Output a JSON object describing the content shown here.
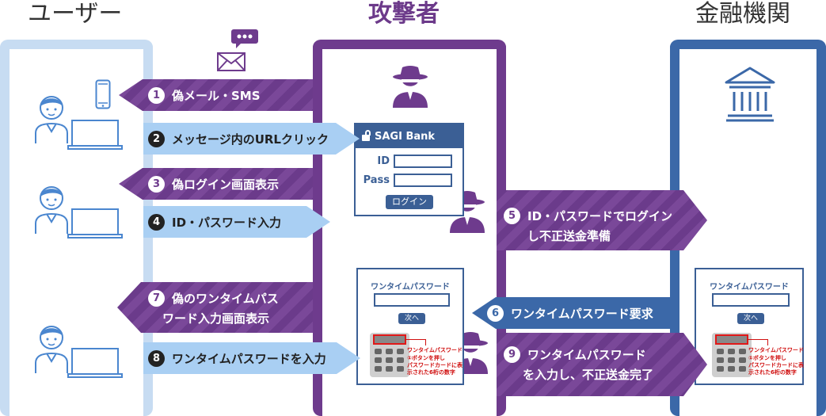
{
  "columns": {
    "user": "ユーザー",
    "attacker": "攻撃者",
    "bank": "金融機関"
  },
  "steps": [
    {
      "num": "1",
      "text": "偽メール・SMS"
    },
    {
      "num": "2",
      "text": "メッセージ内のURLクリック"
    },
    {
      "num": "3",
      "text": "偽ログイン画面表示"
    },
    {
      "num": "4",
      "text": "ID・パスワード入力"
    },
    {
      "num": "5",
      "line1": "ID・パスワードでログイン",
      "line2": "し不正送金準備"
    },
    {
      "num": "6",
      "text": "ワンタイムパスワード要求"
    },
    {
      "num": "7",
      "line1": "偽のワンタイムパス",
      "line2": "ワード入力画面表示"
    },
    {
      "num": "8",
      "text": "ワンタイムパスワードを入力"
    },
    {
      "num": "9",
      "line1": "ワンタイムパスワード",
      "line2": "を入力し、不正送金完了"
    }
  ],
  "login": {
    "bank_name": "SAGI Bank",
    "id_label": "ID",
    "pass_label": "Pass",
    "button": "ログイン"
  },
  "otp": {
    "title": "ワンタイムパスワード",
    "next_button": "次へ",
    "annotation_title": "ワンタイムパスワード",
    "note_line1": "①ボタンを押し",
    "note_line2": "パスワードカードに表",
    "note_line3": "示された6桁の数字"
  },
  "colors": {
    "attacker": "#6e3b8d",
    "bank": "#3b68a8",
    "user": "#c7dcf2",
    "light_arrow": "#a9cff3"
  },
  "icons": [
    "envelope-icon",
    "chat-bubble-icon",
    "smartphone-icon",
    "user-person-icon",
    "laptop-icon",
    "hacker-icon",
    "bank-building-icon",
    "padlock-icon",
    "keypad-token-icon"
  ]
}
